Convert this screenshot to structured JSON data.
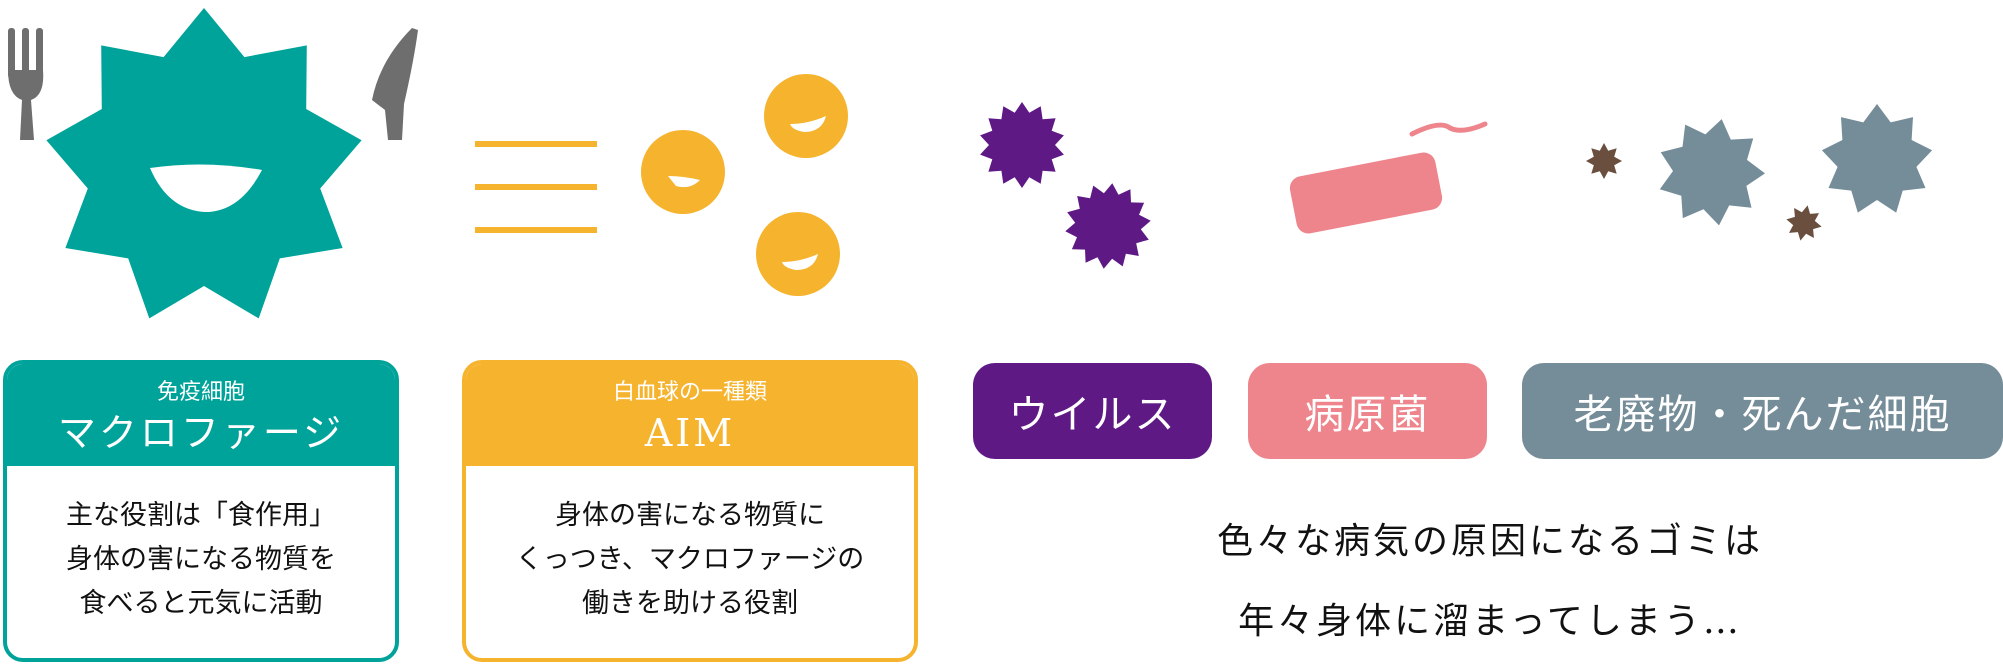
{
  "colors": {
    "teal": "#00A39A",
    "yellow": "#F5B32E",
    "purple": "#5E1985",
    "pink": "#EE858C",
    "gray": "#758C99",
    "brown": "#6A4E3E",
    "utensil": "#6E6E6E"
  },
  "macrophage": {
    "subtitle": "免疫細胞",
    "title": "マクロファージ",
    "lines": [
      "主な役割は「食作用」",
      "身体の害になる物質を",
      "食べると元気に活動"
    ]
  },
  "aim": {
    "subtitle": "白血球の一種類",
    "title": "AIM",
    "lines": [
      "身体の害になる物質に",
      "くっつき、マクロファージの",
      "働きを助ける役割"
    ]
  },
  "tags": {
    "virus": "ウイルス",
    "pathogen": "病原菌",
    "waste": "老廃物・死んだ細胞"
  },
  "message": {
    "line1": "色々な病気の原因になるゴミは",
    "line2": "年々身体に溜まってしまう…"
  }
}
